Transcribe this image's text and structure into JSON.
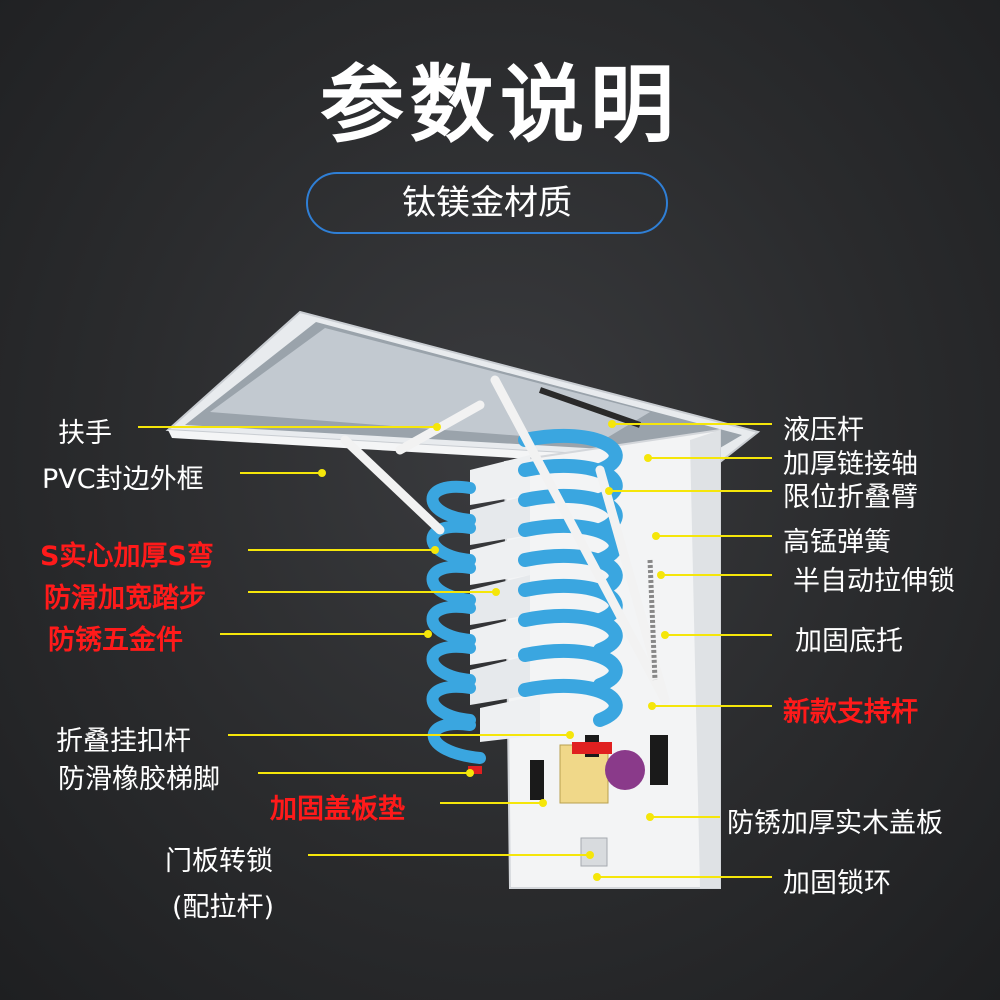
{
  "title": "参数说明",
  "subtitle": "钛镁金材质",
  "left_labels": [
    {
      "id": "handrail",
      "text": "扶手",
      "color": "white"
    },
    {
      "id": "pvc-frame",
      "text": "PVC封边外框",
      "color": "white"
    },
    {
      "id": "s-bend",
      "text": "S实心加厚S弯",
      "color": "red"
    },
    {
      "id": "anti-slip-step",
      "text": "防滑加宽踏步",
      "color": "red"
    },
    {
      "id": "rustproof-hardware",
      "text": "防锈五金件",
      "color": "red"
    },
    {
      "id": "folding-hook-rod",
      "text": "折叠挂扣杆",
      "color": "white"
    },
    {
      "id": "rubber-foot",
      "text": "防滑橡胶梯脚",
      "color": "white"
    },
    {
      "id": "cover-pad",
      "text": "加固盖板垫",
      "color": "red"
    },
    {
      "id": "door-lock",
      "text": "门板转锁",
      "color": "white"
    },
    {
      "id": "pull-rod",
      "text": "(配拉杆)",
      "color": "white"
    }
  ],
  "right_labels": [
    {
      "id": "hydraulic-rod",
      "text": "液压杆",
      "color": "white"
    },
    {
      "id": "link-shaft",
      "text": "加厚链接轴",
      "color": "white"
    },
    {
      "id": "limit-arm",
      "text": "限位折叠臂",
      "color": "white"
    },
    {
      "id": "spring",
      "text": "高锰弹簧",
      "color": "white"
    },
    {
      "id": "semi-auto-lock",
      "text": "半自动拉伸锁",
      "color": "white"
    },
    {
      "id": "base-bracket",
      "text": "加固底托",
      "color": "white"
    },
    {
      "id": "support-rod",
      "text": "新款支持杆",
      "color": "red"
    },
    {
      "id": "wood-cover",
      "text": "防锈加厚实木盖板",
      "color": "white"
    },
    {
      "id": "lock-ring",
      "text": "加固锁环",
      "color": "white"
    }
  ],
  "colors": {
    "accent": "#2f7fd6",
    "leader": "#f5e60a",
    "step_blue": "#3aa6e0",
    "red_text": "#ff1a1a"
  }
}
